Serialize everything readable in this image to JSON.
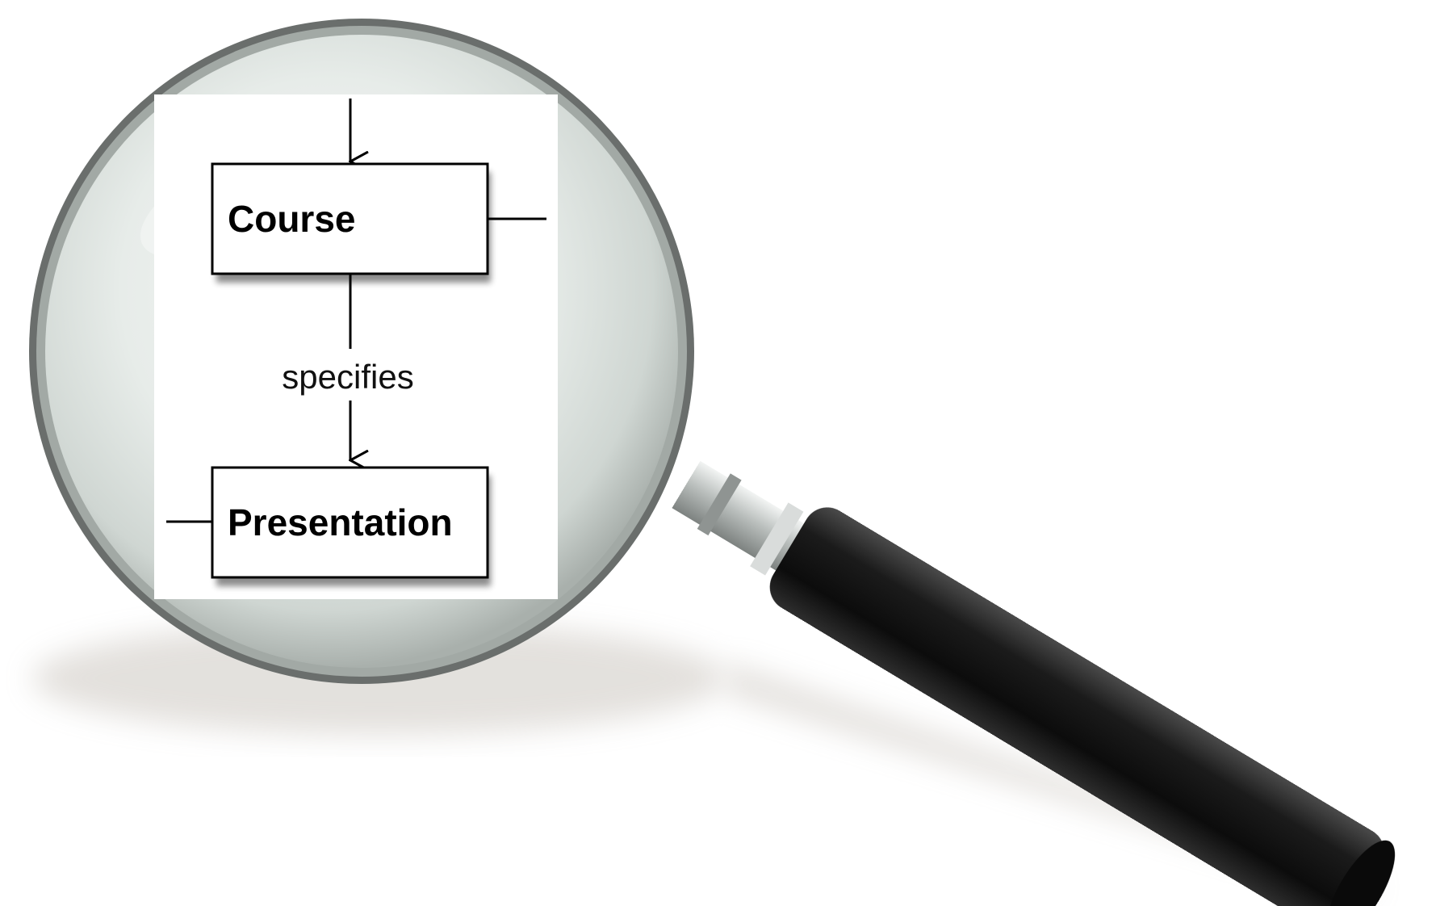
{
  "diagram": {
    "nodes": [
      {
        "id": "course",
        "label": "Course"
      },
      {
        "id": "presentation",
        "label": "Presentation"
      }
    ],
    "edges": [
      {
        "from": "course",
        "to": "presentation",
        "label": "specifies"
      }
    ]
  },
  "colors": {
    "background": "#ffffff",
    "lens_glass": "#e6ebe8",
    "lens_rim": "#5c605e",
    "handle": "#141414",
    "ferrule": "#c8cccb",
    "ink": "#000000"
  },
  "icons": [
    "magnifying-glass-icon",
    "arrow-down-icon"
  ]
}
